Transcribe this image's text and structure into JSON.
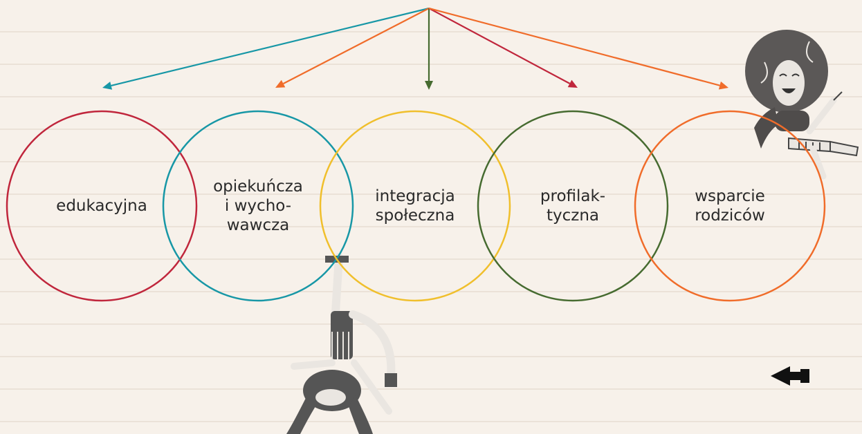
{
  "circles": [
    {
      "label": "edukacyjna",
      "color": "#c0263c"
    },
    {
      "label": "opiekuńcza\ni wycho-\nwawcza",
      "color": "#1797a6"
    },
    {
      "label": "integracja\nspołeczna",
      "color": "#f0bf2c"
    },
    {
      "label": "profilak-\ntyczna",
      "color": "#466b30"
    },
    {
      "label": "wsparcie\nrodziców",
      "color": "#f06c2a"
    }
  ],
  "arrows": [
    {
      "target": "edukacyjna",
      "color": "#1797a6"
    },
    {
      "target": "opiekuńcza i wychowawcza",
      "color": "#f06c2a"
    },
    {
      "target": "integracja społeczna",
      "color": "#466b30"
    },
    {
      "target": "profilaktyczna",
      "color": "#c0263c"
    },
    {
      "target": "wsparcie rodziców",
      "color": "#f06c2a"
    }
  ],
  "nav": {
    "back_icon": "arrow-left-icon"
  },
  "illustrations": [
    "laughing-figure-illustration",
    "handstand-figure-illustration"
  ]
}
